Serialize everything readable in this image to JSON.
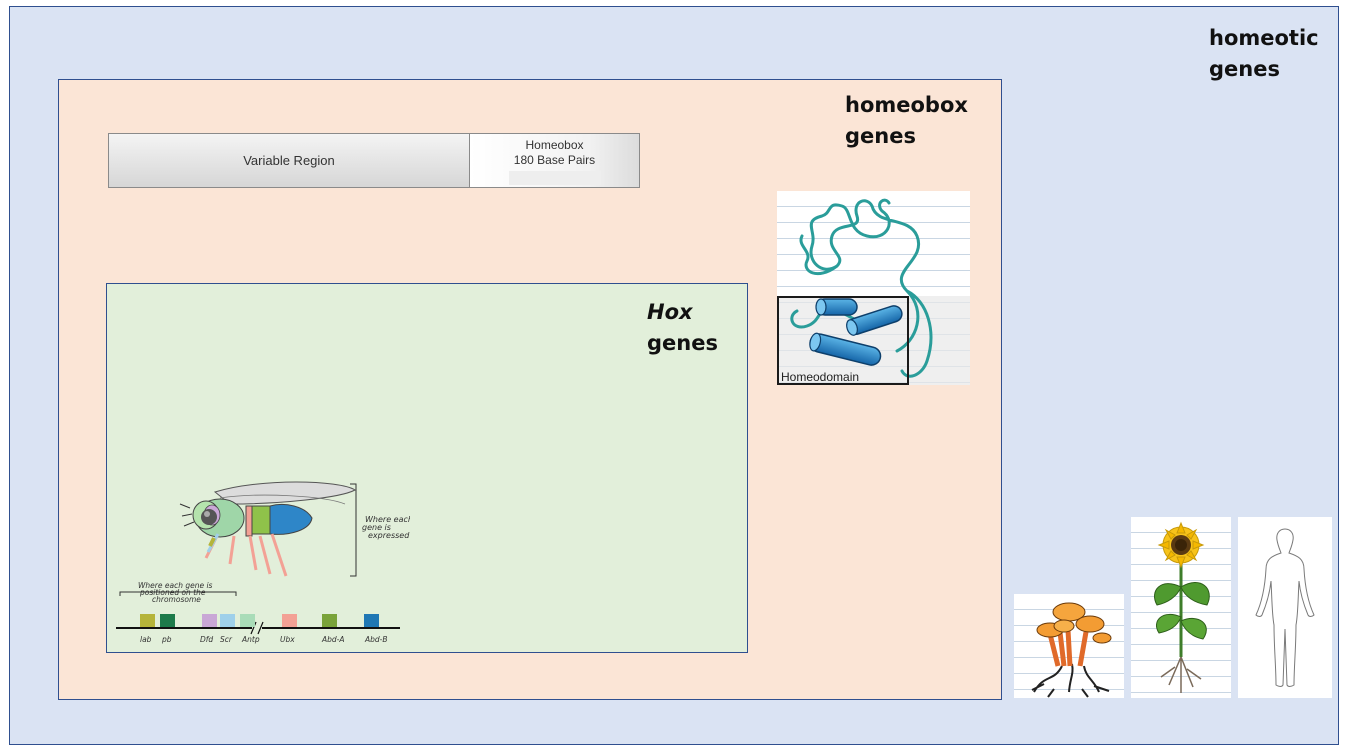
{
  "labels": {
    "homeotic_line1": "homeotic",
    "homeotic_line2": "genes",
    "homeobox_line1": "homeobox",
    "homeobox_line2": "genes",
    "hox_line1": "Hox",
    "hox_line2": "genes"
  },
  "gene_structure": {
    "variable_region": "Variable Region",
    "homeobox_line1": "Homeobox",
    "homeobox_line2": "180 Base Pairs"
  },
  "homeodomain": {
    "label": "Homeodomain"
  },
  "fly_diagram": {
    "expressed_line1": "Where each",
    "expressed_line2": "gene is",
    "expressed_line3": "expressed",
    "positioned_line1": "Where each gene is",
    "positioned_line2": "positioned on the",
    "positioned_line3": "chromosome",
    "genes": [
      {
        "name": "lab",
        "color": "#b5b43a"
      },
      {
        "name": "pb",
        "color": "#1d7a4a"
      },
      {
        "name": "Dfd",
        "color": "#c9a7d6"
      },
      {
        "name": "Scr",
        "color": "#9fd0ea"
      },
      {
        "name": "Antp",
        "color": "#a9dcb8"
      },
      {
        "name": "Ubx",
        "color": "#f3a195"
      },
      {
        "name": "Abd-A",
        "color": "#7aa33a"
      },
      {
        "name": "Abd-B",
        "color": "#1f77b4"
      }
    ]
  },
  "colors": {
    "outer_box": "#dae3f3",
    "homeobox_box": "#fbe5d6",
    "hox_box": "#e2efda",
    "border": "#2f4f8f"
  },
  "organisms": [
    "mushroom",
    "sunflower",
    "human"
  ]
}
